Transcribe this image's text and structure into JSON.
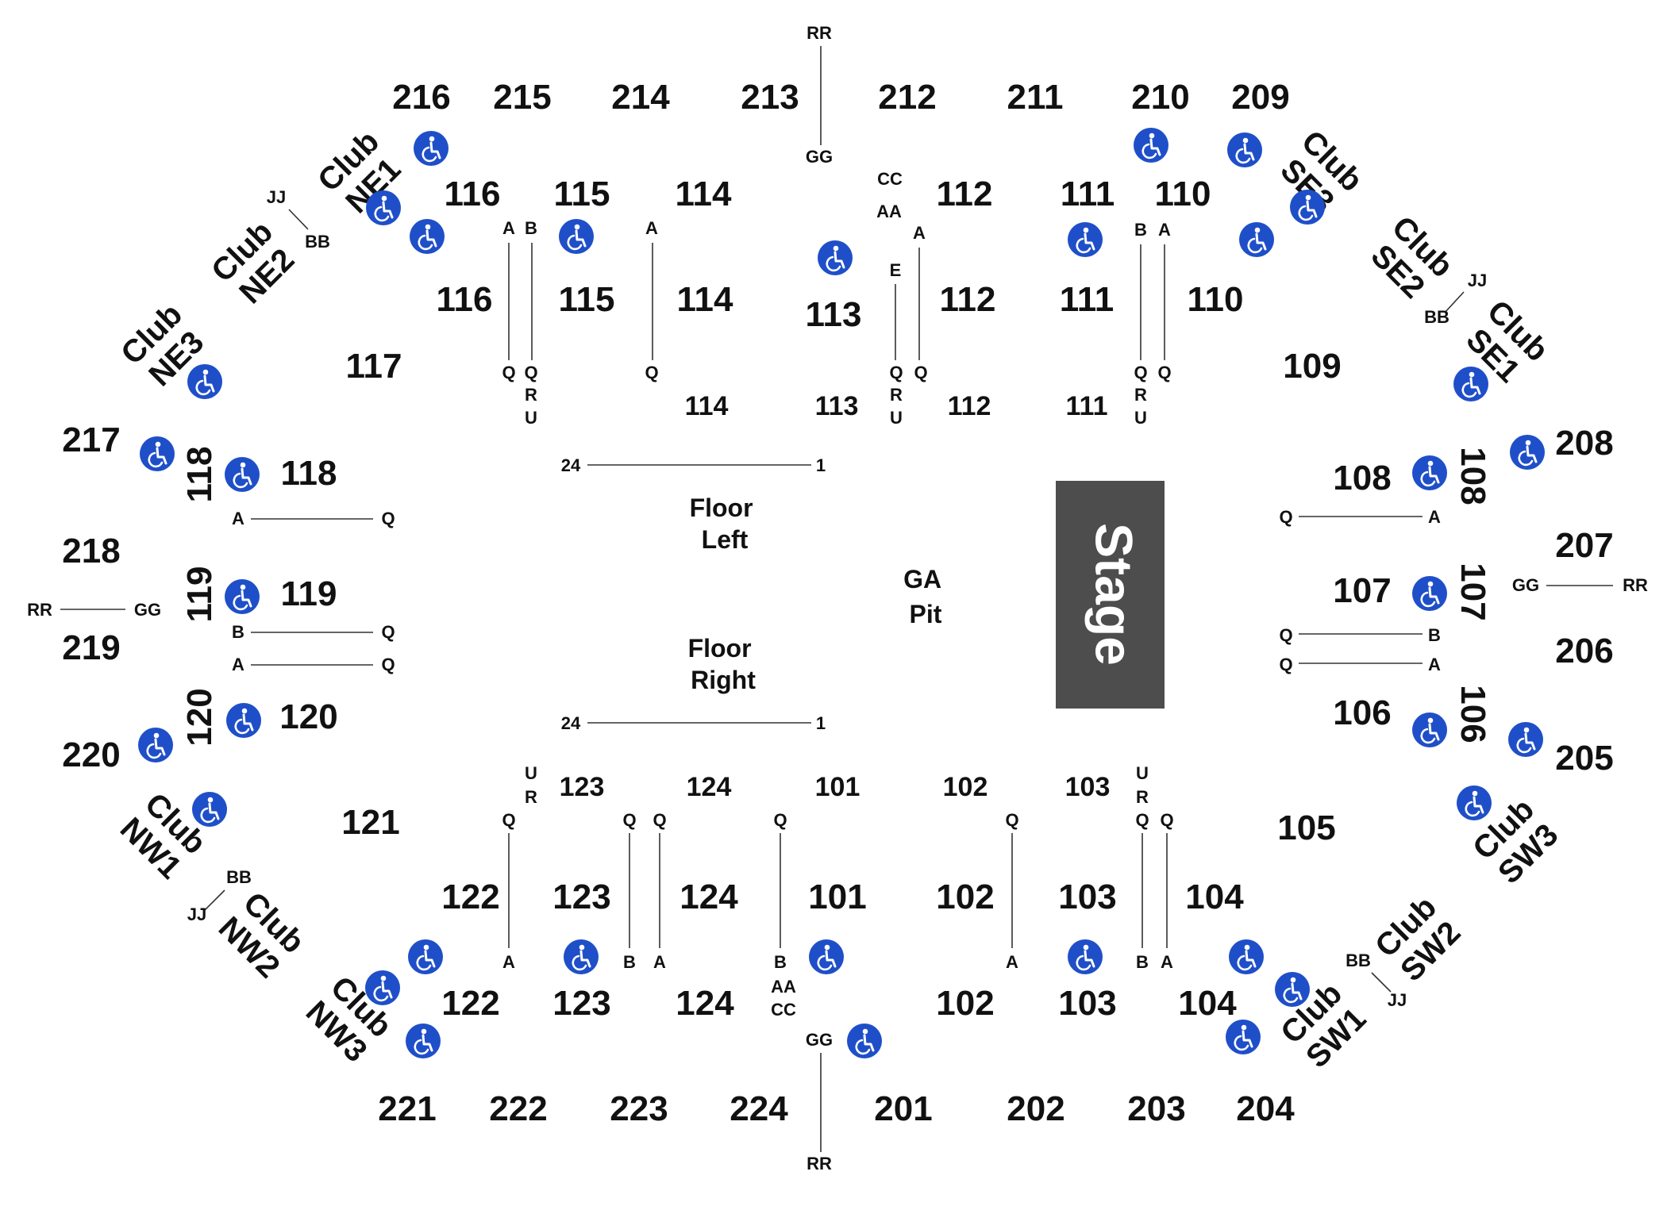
{
  "colors": {
    "accessible": "#1f4fc8",
    "stage": "#4d4d4d",
    "text": "#111111"
  },
  "icon": "wheelchair-accessible-icon",
  "stage": {
    "label": "Stage"
  },
  "ga": {
    "line1": "GA",
    "line2": "Pit"
  },
  "floor_left": {
    "line1": "Floor",
    "line2": "Left"
  },
  "floor_right": {
    "line1": "Floor",
    "line2": "Right"
  },
  "upper_sections": [
    "216",
    "215",
    "214",
    "213",
    "212",
    "211",
    "210",
    "209",
    "217",
    "218",
    "219",
    "220",
    "208",
    "207",
    "206",
    "205",
    "221",
    "222",
    "223",
    "224",
    "201",
    "202",
    "203",
    "204"
  ],
  "lower_sections": [
    "116",
    "115",
    "114",
    "113",
    "112",
    "111",
    "110",
    "109",
    "117",
    "118",
    "119",
    "120",
    "121",
    "122",
    "123",
    "124",
    "101",
    "102",
    "103",
    "104",
    "105",
    "106",
    "107",
    "108"
  ],
  "clubs": [
    "Club NE1",
    "Club NE2",
    "Club NE3",
    "Club SE3",
    "Club SE2",
    "Club SE1",
    "Club NW1",
    "Club NW2",
    "Club NW3",
    "Club SW3",
    "Club SW2",
    "Club SW1"
  ],
  "row_labels": [
    "A",
    "B",
    "Q",
    "R",
    "U",
    "AA",
    "CC",
    "E",
    "GG",
    "RR",
    "JJ",
    "BB",
    "1",
    "24"
  ]
}
